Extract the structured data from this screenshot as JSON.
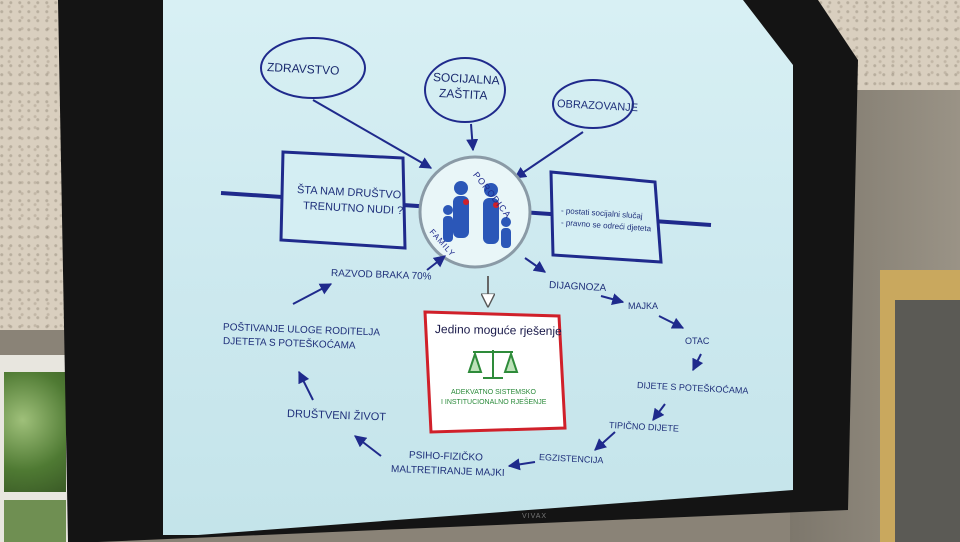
{
  "diagram": {
    "top_nodes": [
      {
        "id": "zdravstvo",
        "lines": [
          "ZDRAVSTVO"
        ]
      },
      {
        "id": "socijalna",
        "lines": [
          "SOCIJALNA",
          "ZAŠTITA"
        ]
      },
      {
        "id": "obrazovanje",
        "lines": [
          "OBRAZOVANJE"
        ]
      }
    ],
    "left_box": {
      "lines": [
        "ŠTA NAM DRUŠTVO",
        "TRENUTNO NUDI ?"
      ]
    },
    "right_box": {
      "lines": [
        "- postati socijalni slučaj",
        "- pravno se odreći djeteta"
      ]
    },
    "center": {
      "top_text": "PORODICA",
      "bottom_text": "FAMILY"
    },
    "solution": {
      "title": "Jedino moguće rješenje",
      "line1": "ADEKVATNO SISTEMSKO",
      "line2": "I INSTITUCIONALNO RJEŠENJE"
    },
    "cycle": [
      {
        "id": "dijagnoza",
        "text": "DIJAGNOZA"
      },
      {
        "id": "majka",
        "text": "MAJKA"
      },
      {
        "id": "otac",
        "text": "OTAC"
      },
      {
        "id": "dijete-poteskoce",
        "text": "DIJETE S POTEŠKOĆAMA"
      },
      {
        "id": "tipicno-dijete",
        "text": "TIPIČNO DIJETE"
      },
      {
        "id": "egzistencija",
        "text": "EGZISTENCIJA"
      },
      {
        "id": "psiho-1",
        "text": "PSIHO-FIZIČKO"
      },
      {
        "id": "psiho-2",
        "text": "MALTRETIRANJE MAJKI"
      },
      {
        "id": "drustveni",
        "text": "DRUŠTVENI ŽIVOT"
      },
      {
        "id": "postivanje-1",
        "text": "POŠTIVANJE ULOGE RODITELJA"
      },
      {
        "id": "postivanje-2",
        "text": "DJETETA S POTEŠKOĆAMA"
      },
      {
        "id": "razvod",
        "text": "RAZVOD BRAKA 70%"
      }
    ],
    "colors": {
      "navy": "#1f2a8c",
      "red": "#d0202a",
      "green": "#2e8b3a",
      "screen_bg": "#cfeaf0"
    },
    "brand_text": "VIVAX"
  }
}
